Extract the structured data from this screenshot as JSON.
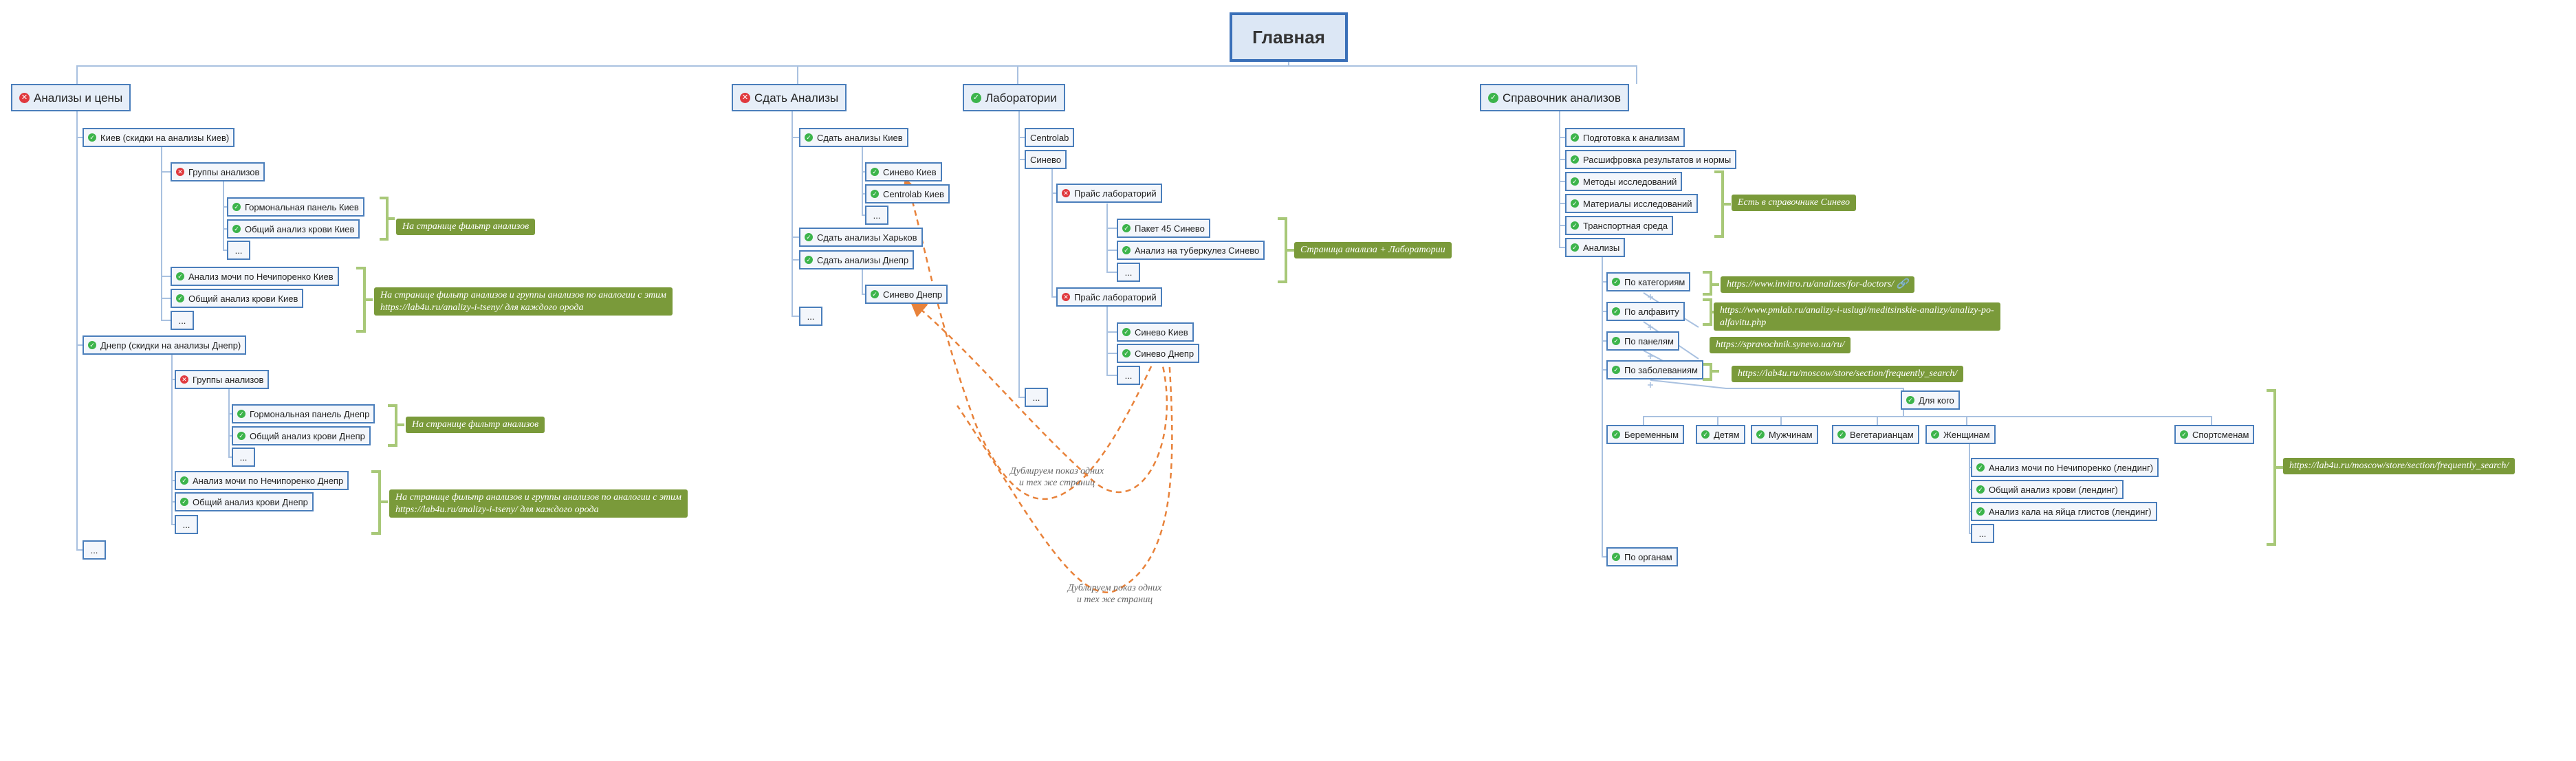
{
  "root": "Главная",
  "sections": {
    "s1": "Анализы и цены",
    "s2": "Сдать Анализы",
    "s3": "Лаборатории",
    "s4": "Справочник анализов"
  },
  "kiev": {
    "title": "Киев (скидки на анализы Киев)",
    "groups": "Группы анализов",
    "hormonal": "Гормональная панель Киев",
    "blood": "Общий анализ крови Киев",
    "more1": "...",
    "urine": "Анализ мочи по Нечипоренко Киев",
    "blood2": "Общий анализ крови Киев",
    "more2": "..."
  },
  "dnepr": {
    "title": "Днепр (скидки на анализы Днепр)",
    "groups": "Группы анализов",
    "hormonal": "Гормональная панель Днепр",
    "blood": "Общий анализ крови Днепр",
    "more1": "...",
    "urine": "Анализ мочи по Нечипоренко Днепр",
    "blood2": "Общий анализ крови Днепр",
    "more2": "..."
  },
  "s1_more": "...",
  "notes": {
    "n1": "На странице фильтр анализов",
    "n2a": "На странице фильтр анализов и группы анализов по аналогии с этим",
    "n2b": "https://lab4u.ru/analizy-i-tseny/ для каждого орода",
    "n3": "На странице фильтр анализов",
    "n4a": "На странице фильтр анализов и группы анализов по аналогии с этим",
    "n4b": "https://lab4u.ru/analizy-i-tseny/ для каждого орода",
    "n5": "Страница анализа + Лаборатории",
    "n6": "Есть в справочнике Синево",
    "n7": "https://www.invitro.ru/analizes/for-doctors/",
    "n8a": "https://www.pmlab.ru/analizy-i-uslugi/meditsinskie-analizy/analizy-po-",
    "n8b": "alfavitu.php",
    "n9": "https://spravochnik.synevo.ua/ru/",
    "n10": "https://lab4u.ru/moscow/store/section/frequently_search/",
    "n11": "https://lab4u.ru/moscow/store/section/frequently_search/"
  },
  "s2_items": {
    "kiev": "Сдать анализы Киев",
    "kiev_synevo": "Синево Киев",
    "kiev_centrolab": "Centrolab Киев",
    "more": "...",
    "kharkov": "Сдать анализы Харьков",
    "dnepr": "Сдать анализы Днепр",
    "dnepr_synevo": "Синево Днепр",
    "more2": "..."
  },
  "labs": {
    "centrolab": "Centrolab",
    "synevo": "Синево",
    "price1": "Прайс лабораторий",
    "pack": "Пакет 45 Синево",
    "tb": "Анализ на туберкулез Синево",
    "more1": "...",
    "price2": "Прайс лабораторий",
    "synevo_kiev": "Синево Киев",
    "synevo_dnepr": "Синево Днепр",
    "more2": "...",
    "more3": "..."
  },
  "annotations": {
    "a1": [
      "Дублируем показ одних",
      "и тех же страниц"
    ],
    "a2": [
      "Дублируем показ одних",
      "и тех же страниц"
    ]
  },
  "ref": {
    "prep": "Подготовка к анализам",
    "decode": "Расшифровка результатов и нормы",
    "methods": "Методы исследований",
    "materials": "Материалы исследований",
    "transport": "Транспортная среда",
    "analyses": "Анализы",
    "by_cat": "По категориям",
    "by_alpha": "По алфавиту",
    "by_panel": "По панелям",
    "by_disease": "По заболеваниям",
    "for_whom": "Для кого",
    "pregnant": "Беременным",
    "children": "Детям",
    "men": "Мужчинам",
    "vegetarians": "Вегетарианцам",
    "women": "Женщинам",
    "athletes": "Спортсменам",
    "w_urine": "Анализ мочи по Нечипоренко (лендинг)",
    "w_blood": "Общий анализ крови (лендинг)",
    "w_feces": "Анализ кала на яйца глистов (лендинг)",
    "w_more": "...",
    "by_organ": "По органам"
  },
  "colors": {
    "line": "#a9c1e0",
    "node_border": "#4a7ebb",
    "note_bg": "#7a9a3a",
    "bracket": "#a8c878",
    "dashed": "#e8823a",
    "ok": "#3cb44b",
    "no": "#e0393e"
  }
}
